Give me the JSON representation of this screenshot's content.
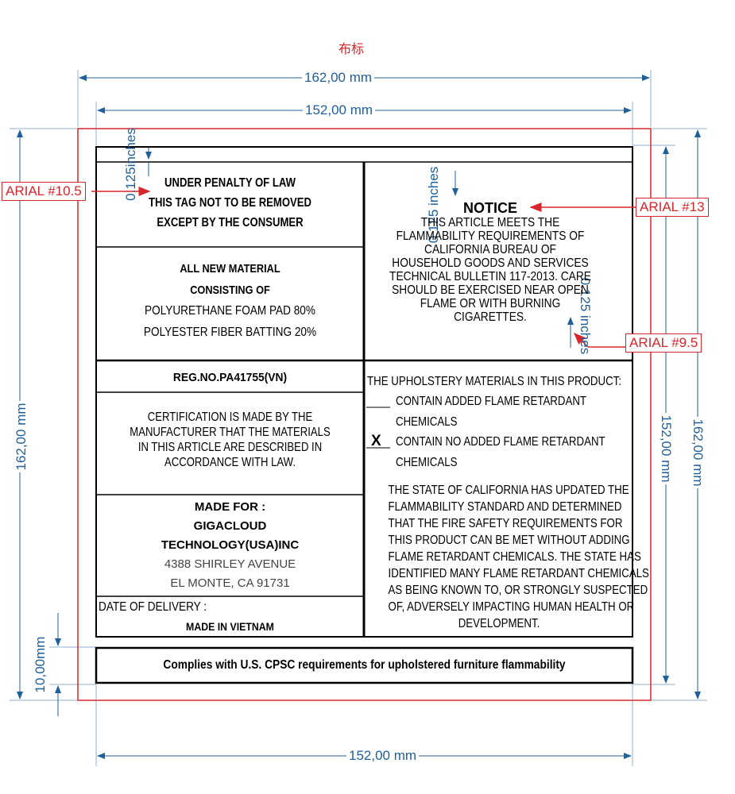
{
  "title": "布标",
  "dimensions": {
    "outer_width": "162,00 mm",
    "inner_width": "152,00 mm",
    "bottom_width": "152,00 mm",
    "left_height": "162,00 mm",
    "right_inner_height": "152,00 mm",
    "right_outer_height": "162,00 mm",
    "bottom_margin": "10,00mm",
    "spacing_left": "0.125inches",
    "spacing_notice_top": "0.125 inches",
    "spacing_notice_bottom": "0.125 inches"
  },
  "callouts": {
    "left": "ARIAL #10.5",
    "notice": "ARIAL #13",
    "body": "ARIAL #9.5"
  },
  "label": {
    "penalty": [
      "UNDER PENALTY OF LAW",
      "THIS TAG NOT TO BE REMOVED",
      "EXCEPT BY THE CONSUMER"
    ],
    "material": {
      "heading": [
        "ALL NEW MATERIAL",
        "CONSISTING OF"
      ],
      "items": [
        "POLYURETHANE FOAM PAD 80%",
        "POLYESTER FIBER BATTING 20%"
      ]
    },
    "reg_no": "REG.NO.PA41755(VN)",
    "certification": [
      "CERTIFICATION IS MADE BY THE",
      "MANUFACTURER THAT THE MATERIALS",
      "IN THIS ARTICLE ARE DESCRIBED IN",
      "ACCORDANCE WITH LAW."
    ],
    "made_for": {
      "heading": "MADE FOR :",
      "company": [
        "GIGACLOUD",
        "TECHNOLOGY(USA)INC"
      ],
      "address": [
        "4388 SHIRLEY AVENUE",
        "EL MONTE, CA 91731"
      ]
    },
    "date_of_delivery": "DATE OF DELIVERY :",
    "made_in": "MADE IN VIETNAM",
    "notice": {
      "heading": "NOTICE",
      "lines": [
        "THIS ARTICLE MEETS THE",
        "FLAMMABILITY REQUIREMENTS OF",
        "CALIFORNIA BUREAU OF",
        "HOUSEHOLD GOODS AND SERVICES",
        "TECHNICAL BULLETIN 117-2013. CARE",
        "SHOULD BE EXERCISED NEAR OPEN",
        "FLAME OR WITH BURNING",
        "CIGARETTES."
      ]
    },
    "upholstery": {
      "heading": "THE UPHOLSTERY MATERIALS IN THIS PRODUCT:",
      "option1": [
        "CONTAIN ADDED FLAME RETARDANT",
        "CHEMICALS"
      ],
      "option1_mark": "",
      "option2": [
        "CONTAIN NO ADDED FLAME RETARDANT",
        "CHEMICALS"
      ],
      "option2_mark": "X",
      "statement": [
        "THE STATE OF CALIFORNIA HAS UPDATED THE",
        "FLAMMABILITY STANDARD AND DETERMINED",
        "THAT THE FIRE SAFETY REQUIREMENTS FOR",
        "THIS PRODUCT CAN BE MET WITHOUT ADDING",
        "FLAME RETARDANT CHEMICALS. THE STATE HAS",
        "IDENTIFIED MANY FLAME RETARDANT CHEMICALS",
        "AS BEING KNOWN TO, OR STRONGLY SUSPECTED",
        "OF, ADVERSELY IMPACTING HUMAN HEALTH OR",
        "DEVELOPMENT."
      ]
    },
    "footer": "Complies with U.S. CPSC requirements for upholstered furniture flammability"
  },
  "colors": {
    "dimension": "#1f5f9a",
    "annotation_red": "#d8262c",
    "border": "#000000"
  }
}
